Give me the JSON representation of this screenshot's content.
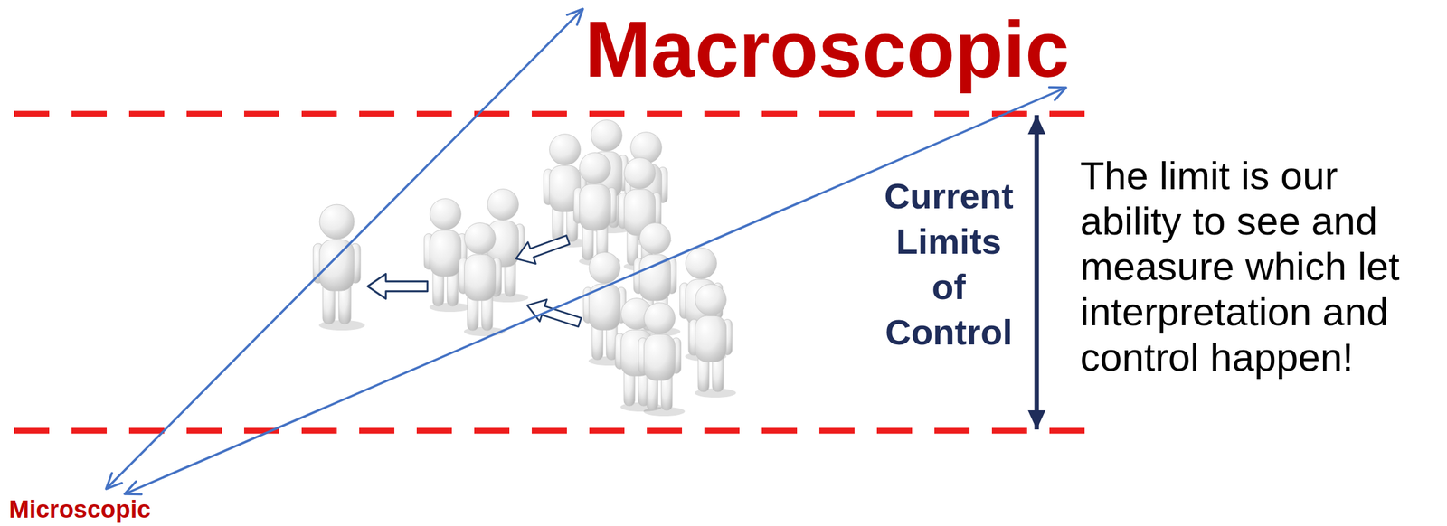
{
  "diagram": {
    "labels": [
      "Macroscopic",
      "Current Limits of Control",
      "The limit is our ability to see and measure which let interpretation and control happen!",
      "Microscopic"
    ]
  }
}
